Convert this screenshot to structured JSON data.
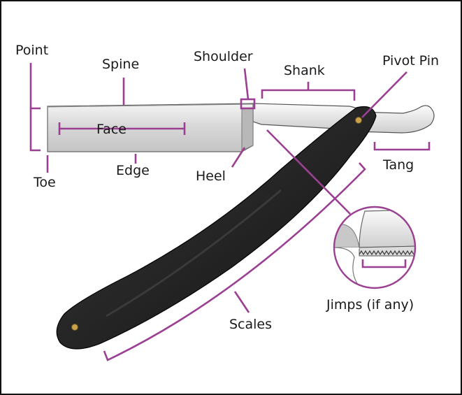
{
  "labels": {
    "point": "Point",
    "spine": "Spine",
    "shoulder": "Shoulder",
    "shank": "Shank",
    "pivot_pin": "Pivot Pin",
    "face": "Face",
    "toe": "Toe",
    "edge": "Edge",
    "heel": "Heel",
    "tang": "Tang",
    "jimps": "Jimps (if any)",
    "scales": "Scales"
  },
  "colors": {
    "accent": "#9b3f93",
    "scales": "#1b1b1b",
    "pin": "#c9a24a"
  }
}
